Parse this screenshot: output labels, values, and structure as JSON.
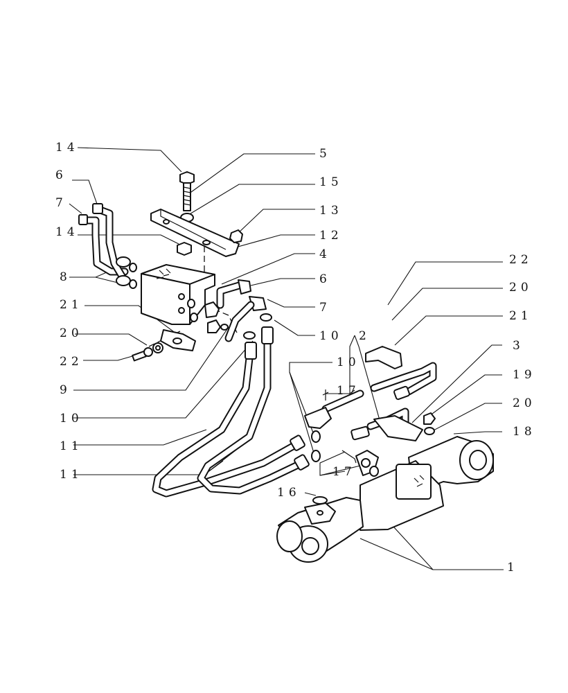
{
  "labels": [
    {
      "id": "l14a",
      "text": "14",
      "part": "nut"
    },
    {
      "id": "l5",
      "text": "5",
      "part": "stud"
    },
    {
      "id": "l15",
      "text": "15",
      "part": "washer"
    },
    {
      "id": "l6a",
      "text": "6",
      "part": "elbow-fitting"
    },
    {
      "id": "l7a",
      "text": "7",
      "part": "elbow-fitting"
    },
    {
      "id": "l13",
      "text": "13",
      "part": "nut"
    },
    {
      "id": "l14b",
      "text": "14",
      "part": "nut"
    },
    {
      "id": "l12",
      "text": "12",
      "part": "bracket"
    },
    {
      "id": "l4",
      "text": "4",
      "part": "valve-block"
    },
    {
      "id": "l8",
      "text": "8",
      "part": "flange"
    },
    {
      "id": "l6b",
      "text": "6",
      "part": "elbow-fitting"
    },
    {
      "id": "l21a",
      "text": "21",
      "part": "clamp"
    },
    {
      "id": "l7b",
      "text": "7",
      "part": "elbow-fitting"
    },
    {
      "id": "l22a",
      "text": "22",
      "part": "screw"
    },
    {
      "id": "l20a",
      "text": "20",
      "part": "washer"
    },
    {
      "id": "l10a",
      "text": "10",
      "part": "seal-ring"
    },
    {
      "id": "l2",
      "text": "2",
      "part": "pipe"
    },
    {
      "id": "l20b",
      "text": "20",
      "part": "washer"
    },
    {
      "id": "l22b",
      "text": "22",
      "part": "screw"
    },
    {
      "id": "l21b",
      "text": "21",
      "part": "clamp"
    },
    {
      "id": "l10b",
      "text": "10",
      "part": "seal-ring"
    },
    {
      "id": "l9",
      "text": "9",
      "part": "screw"
    },
    {
      "id": "l17a",
      "text": "17",
      "part": "screw"
    },
    {
      "id": "l3",
      "text": "3",
      "part": "pipe"
    },
    {
      "id": "l19",
      "text": "19",
      "part": "screw"
    },
    {
      "id": "l10c",
      "text": "10",
      "part": "seal-ring"
    },
    {
      "id": "l20c",
      "text": "20",
      "part": "washer"
    },
    {
      "id": "l11a",
      "text": "11",
      "part": "hose"
    },
    {
      "id": "l18",
      "text": "18",
      "part": "bracket"
    },
    {
      "id": "l11b",
      "text": "11",
      "part": "hose"
    },
    {
      "id": "l17b",
      "text": "17",
      "part": "screw"
    },
    {
      "id": "l16",
      "text": "16",
      "part": "seal-ring"
    },
    {
      "id": "l1",
      "text": "1",
      "part": "hydraulic-cylinder"
    }
  ]
}
